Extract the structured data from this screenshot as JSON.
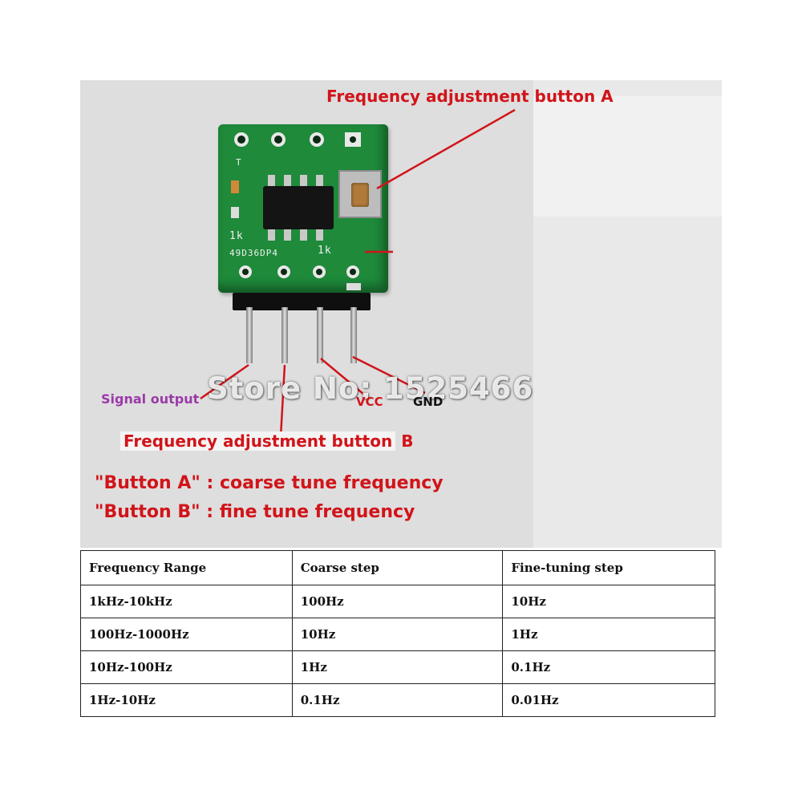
{
  "annotations": {
    "button_a": "Frequency adjustment button  A",
    "button_b_text": "Frequency adjustment button",
    "button_b_letter": "B",
    "signal_output": "Signal output",
    "vcc": "VCC",
    "gnd": "GND",
    "watermark": "Store No: 1525466",
    "note_a": "\"Button A\" : coarse tune frequency",
    "note_b": "\"Button B\" : fine tune frequency"
  },
  "board": {
    "silk_code": "49D36DP4",
    "silk_1k_left": "1k",
    "silk_1k_right": "1k",
    "silk_t": "T"
  },
  "colors": {
    "annotation_red": "#d1141a",
    "signal_purple": "#9b3aa8",
    "pcb_green": "#1e8a3a"
  },
  "table": {
    "headers": [
      "Frequency Range",
      "Coarse step",
      "Fine-tuning step"
    ],
    "rows": [
      [
        "1kHz-10kHz",
        "100Hz",
        "10Hz"
      ],
      [
        "100Hz-1000Hz",
        "10Hz",
        "1Hz"
      ],
      [
        "10Hz-100Hz",
        "1Hz",
        "0.1Hz"
      ],
      [
        "1Hz-10Hz",
        "0.1Hz",
        "0.01Hz"
      ]
    ]
  }
}
